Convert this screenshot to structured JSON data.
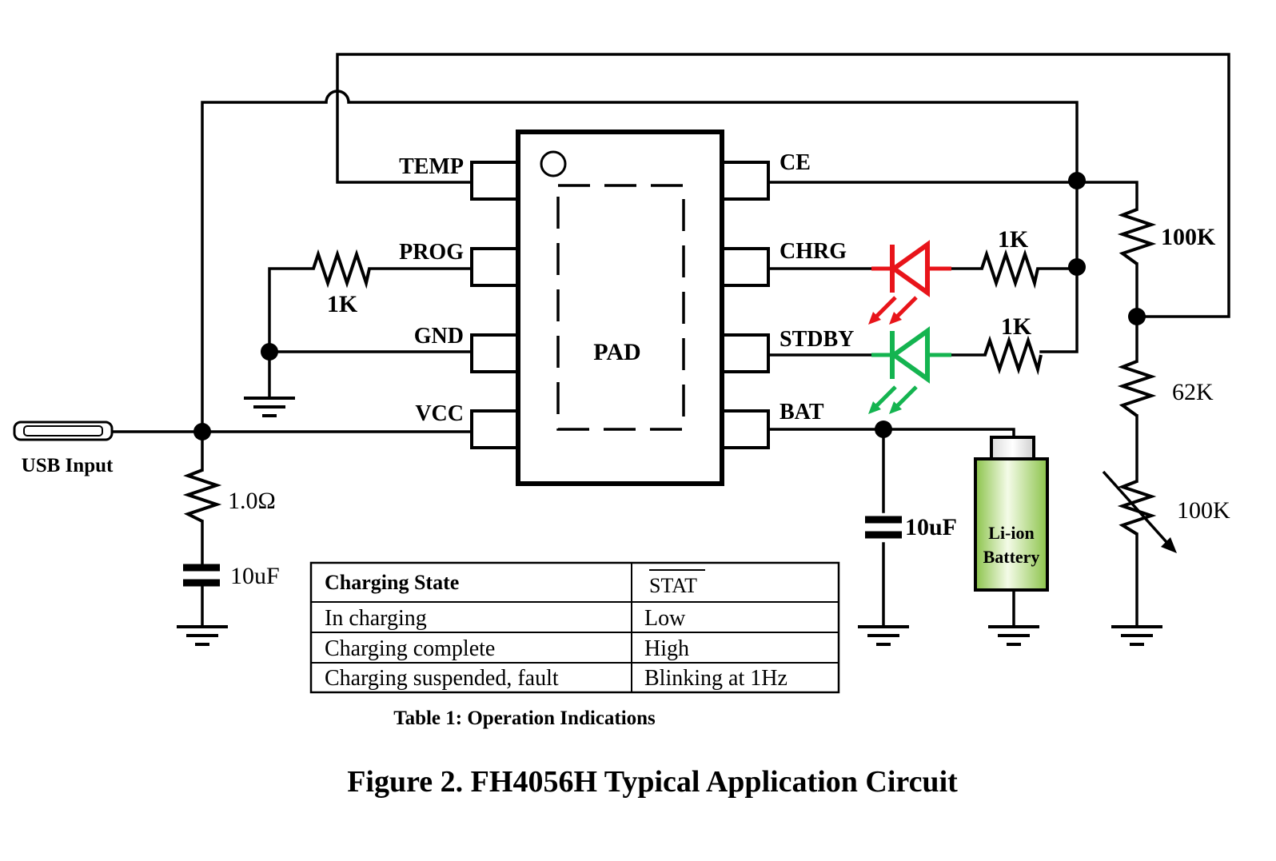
{
  "figure_title": "Figure 2. FH4056H Typical Application Circuit",
  "ic": {
    "center_label": "PAD",
    "left_pins": [
      "TEMP",
      "PROG",
      "GND",
      "VCC"
    ],
    "right_pins": [
      "CE",
      "CHRG",
      "STDBY",
      "BAT"
    ]
  },
  "components": {
    "usb_label": "USB Input",
    "prog_resistor": "1K",
    "vcc_resistor": "1.0Ω",
    "vcc_capacitor": "10uF",
    "chrg_resistor": "1K",
    "stdby_resistor": "1K",
    "bat_capacitor": "10uF",
    "battery_line1": "Li-ion",
    "battery_line2": "Battery",
    "divider_top": "100K",
    "divider_mid": "62K",
    "thermistor": "100K"
  },
  "led_colors": {
    "chrg": "#e8141a",
    "stdby": "#14b450"
  },
  "table": {
    "caption": "Table 1: Operation Indications",
    "headers": [
      "Charging State",
      "STAT"
    ],
    "rows": [
      [
        "In charging",
        "Low"
      ],
      [
        "Charging complete",
        "High"
      ],
      [
        "Charging suspended, fault",
        "Blinking at 1Hz"
      ]
    ]
  }
}
